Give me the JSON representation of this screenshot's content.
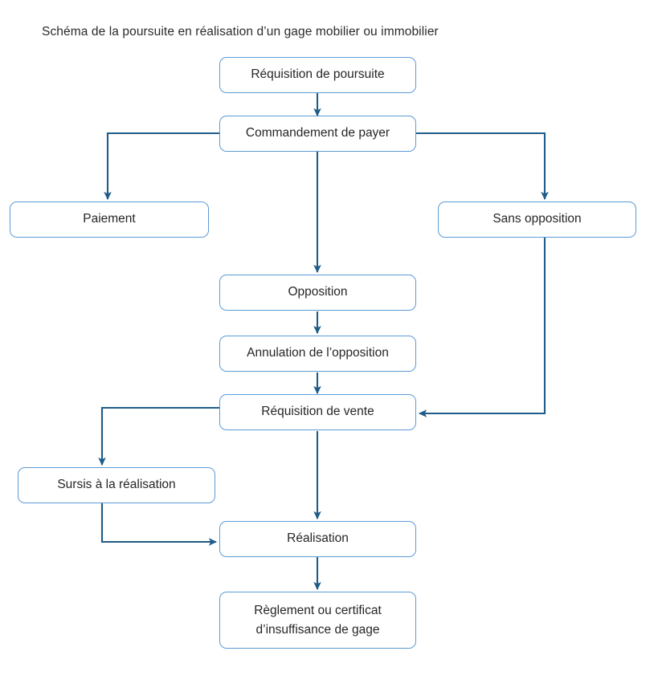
{
  "diagram": {
    "title": "Schéma de la poursuite en réalisation d’un gage mobilier ou immobilier",
    "colors": {
      "node_border": "#5b9bd5",
      "node_fill": "#ffffff",
      "connector": "#1f5c87",
      "text": "#262626"
    },
    "nodes": [
      {
        "id": "requisition-poursuite",
        "label": "Réquisition de poursuite"
      },
      {
        "id": "commandement-payer",
        "label": "Commandement de payer"
      },
      {
        "id": "paiement",
        "label": "Paiement"
      },
      {
        "id": "sans-opposition",
        "label": "Sans opposition"
      },
      {
        "id": "opposition",
        "label": "Opposition"
      },
      {
        "id": "annulation-opposition",
        "label": "Annulation de l’opposition"
      },
      {
        "id": "requisition-vente",
        "label": "Réquisition de vente"
      },
      {
        "id": "sursis-realisation",
        "label": "Sursis à la réalisation"
      },
      {
        "id": "realisation",
        "label": "Réalisation"
      },
      {
        "id": "reglement-certificat",
        "label_line1": "Règlement ou certificat",
        "label_line2": "d’insuffisance de gage"
      }
    ],
    "edges": [
      {
        "from": "requisition-poursuite",
        "to": "commandement-payer"
      },
      {
        "from": "commandement-payer",
        "to": "paiement"
      },
      {
        "from": "commandement-payer",
        "to": "sans-opposition"
      },
      {
        "from": "commandement-payer",
        "to": "opposition"
      },
      {
        "from": "opposition",
        "to": "annulation-opposition"
      },
      {
        "from": "annulation-opposition",
        "to": "requisition-vente"
      },
      {
        "from": "sans-opposition",
        "to": "requisition-vente"
      },
      {
        "from": "requisition-vente",
        "to": "sursis-realisation"
      },
      {
        "from": "requisition-vente",
        "to": "realisation"
      },
      {
        "from": "sursis-realisation",
        "to": "realisation"
      },
      {
        "from": "realisation",
        "to": "reglement-certificat"
      }
    ]
  }
}
